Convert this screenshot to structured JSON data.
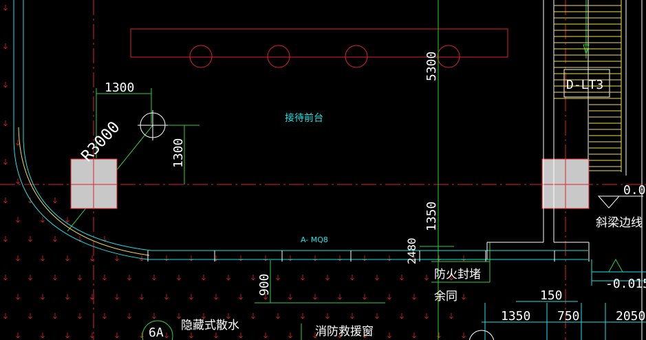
{
  "labels": {
    "dim_1300_top": "1300",
    "radius": "R3000",
    "dim_1300_side": "1300",
    "dim_5300": "5300",
    "dim_1350_v": "1350",
    "dim_2480": "2480",
    "dim_900": "900",
    "dim_150": "150",
    "dim_1350_h": "1350",
    "dim_750": "750",
    "dim_2050": "2050",
    "reception": "接待前台",
    "wall_tag": "A- MQ8",
    "fire_seal": "防火封堵",
    "remain_same": "余同",
    "hidden_sprinkler": "隐藏式散水",
    "rescue_window": "消防救援窗",
    "axis_6a": "6A",
    "column_tag": "D-LT3",
    "elev_top": "0.0",
    "slope_beam": "斜梁边线",
    "elev_bottom": "-0.015"
  },
  "colors": {
    "background": "#000000",
    "red": "#e0242a",
    "green": "#2fd13a",
    "cyan": "#19e3e3",
    "white": "#ffffff",
    "yellow": "#f2e24a",
    "gray": "#c8c8c8"
  }
}
